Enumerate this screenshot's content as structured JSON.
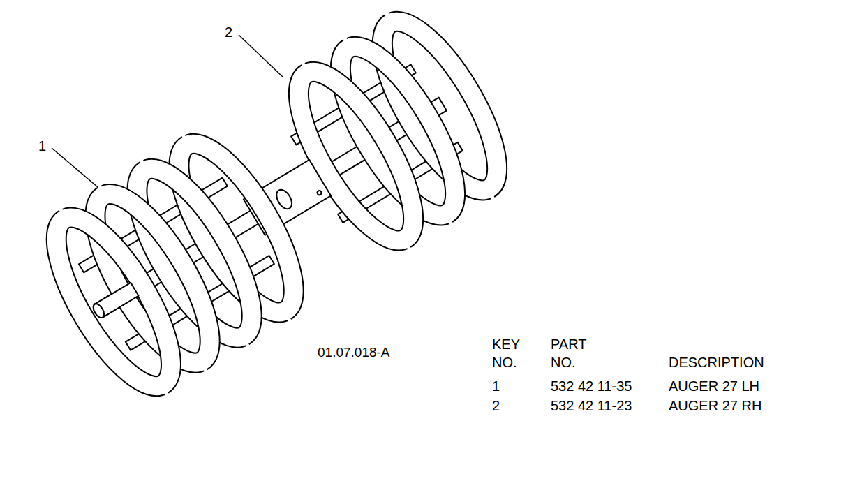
{
  "diagram": {
    "labels": [
      "1",
      "2",
      "01.07.018-A",
      "KEY NO.",
      "PART NO.",
      "DESCRIPTION",
      "1",
      "532 42 11-35",
      "AUGER 27 LH",
      "2",
      "532 42 11-23",
      "AUGER 27 RH"
    ]
  }
}
